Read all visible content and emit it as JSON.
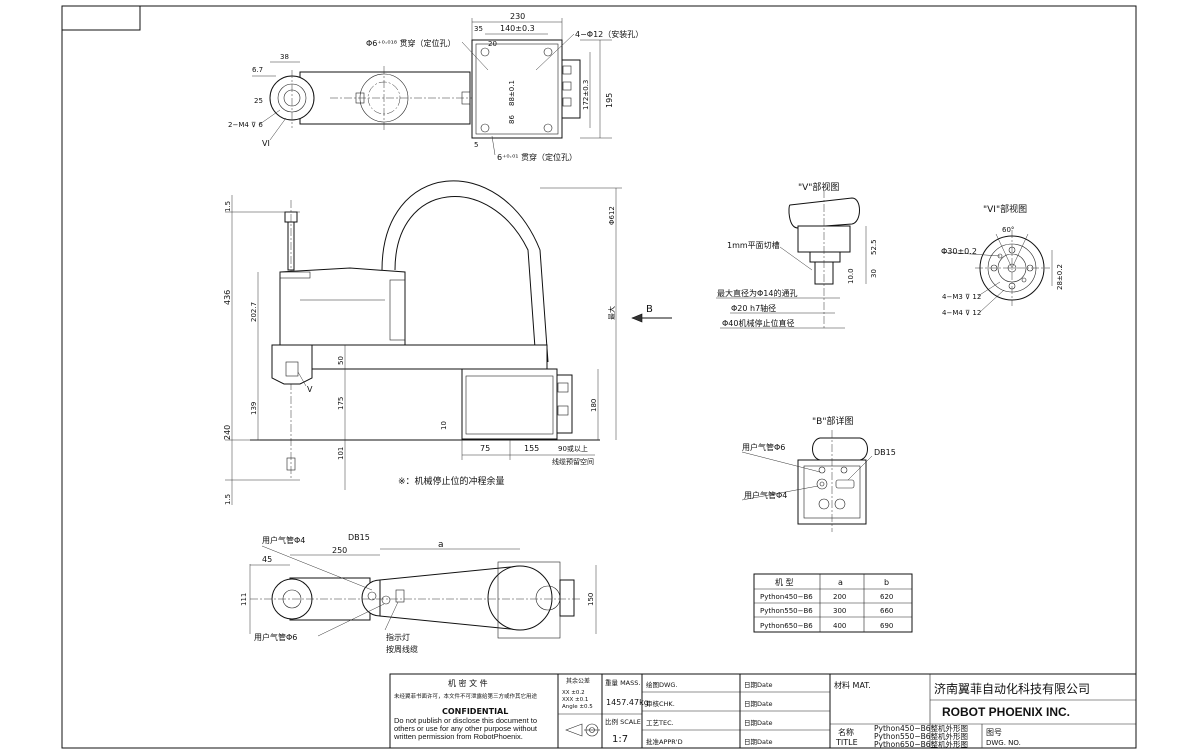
{
  "top_view": {
    "dims": {
      "d230": "230",
      "d140": "140±0.3",
      "d35": "35",
      "d20": "20",
      "d38": "38",
      "d67": "6.7",
      "d25": "25",
      "d88": "88±0.1",
      "d86": "86",
      "d5": "5",
      "d172": "172±0.3",
      "d195": "195"
    },
    "hole_locate_top": "Φ6⁺⁰·⁰¹⁸ 贯穿（定位孔）",
    "hole_mount": "4−Φ12（安装孔）",
    "hole_locate_bottom": "6⁺⁰·⁰¹ 贯穿（定位孔）",
    "thread": "2−M4 ⊽ 6",
    "view_mark": "VI"
  },
  "side_view": {
    "dims": {
      "d15a": "1.5",
      "d436": "436",
      "d2027": "202.7",
      "d50": "50",
      "d175": "175",
      "d139": "139",
      "d240": "240",
      "d101": "101",
      "d15b": "1.5",
      "d10": "10",
      "d75": "75",
      "d155": "155",
      "d180": "180",
      "d612": "Φ612"
    },
    "label_max": "最大",
    "label_90": "90或以上",
    "label_cable": "线缆预留空间",
    "view_v": "V",
    "arrow_b": "B",
    "note": "※：机械停止位的冲程余量"
  },
  "detail_v": {
    "title": "\"V\"部视图",
    "notes": [
      "1mm平面切槽",
      "最大直径为Φ14的通孔",
      "Φ20 h7轴径",
      "Φ40机械停止位直径"
    ],
    "dims": {
      "d525": "52.5",
      "d30": "30",
      "d10": "10.0"
    }
  },
  "detail_vi": {
    "title": "\"VI\"部视图",
    "angle": "60°",
    "dia30": "Φ30±0.2",
    "dia28": "28±0.2",
    "m3": "4−M3 ⊽ 12",
    "m4": "4−M4 ⊽ 12"
  },
  "detail_b": {
    "title": "\"B\"部详图",
    "air6": "用户气管Φ6",
    "air4": "用户气管Φ4",
    "db15": "DB15"
  },
  "bottom_view": {
    "air4": "用户气管Φ4",
    "air6": "用户气管Φ6",
    "db15": "DB15",
    "d45": "45",
    "d250": "250",
    "da": "a",
    "d111": "111",
    "d150": "150",
    "lamp": "指示灯",
    "lamp2": "按周线缆"
  },
  "model_table": {
    "headers": [
      "机 型",
      "a",
      "b"
    ],
    "rows": [
      [
        "Python450−B6",
        "200",
        "620"
      ],
      [
        "Python550−B6",
        "300",
        "660"
      ],
      [
        "Python650−B6",
        "400",
        "690"
      ]
    ]
  },
  "title_block": {
    "conf_cn": "机 密 文 件",
    "conf_cn_note": "未经翼菲书面许可，本文件不可泄露给第三方或作其它用途",
    "conf_en": "CONFIDENTIAL",
    "conf_en_note": "Do not publish or disclose this document to others or use for any other purpose without written permission from RobotPhoenix.",
    "tol_label": "其余公差",
    "tol_rows": [
      "XX  ±0.2",
      "XXX  ±0.1",
      "Angle  ±0.5"
    ],
    "mass_label": "重量 MASS.",
    "mass_value": "1457.47kg",
    "scale_label": "比例 SCALE",
    "scale_value": "1:7",
    "dwg_label": "绘图DWG.",
    "chk_label": "审核CHK.",
    "tec_label": "工艺TEC.",
    "appr_label": "批准APPR'D",
    "date_label": "日期Date",
    "mat_label": "材料 MAT.",
    "company_cn": "济南翼菲自动化科技有限公司",
    "company_en": "ROBOT PHOENIX INC.",
    "name_label": "名称",
    "title_label": "TITLE",
    "titles": [
      "Python450−B6整机外形图",
      "Python550−B6整机外形图",
      "Python650−B6整机外形图"
    ],
    "no_label": "图号",
    "no_label_en": "DWG. NO."
  }
}
